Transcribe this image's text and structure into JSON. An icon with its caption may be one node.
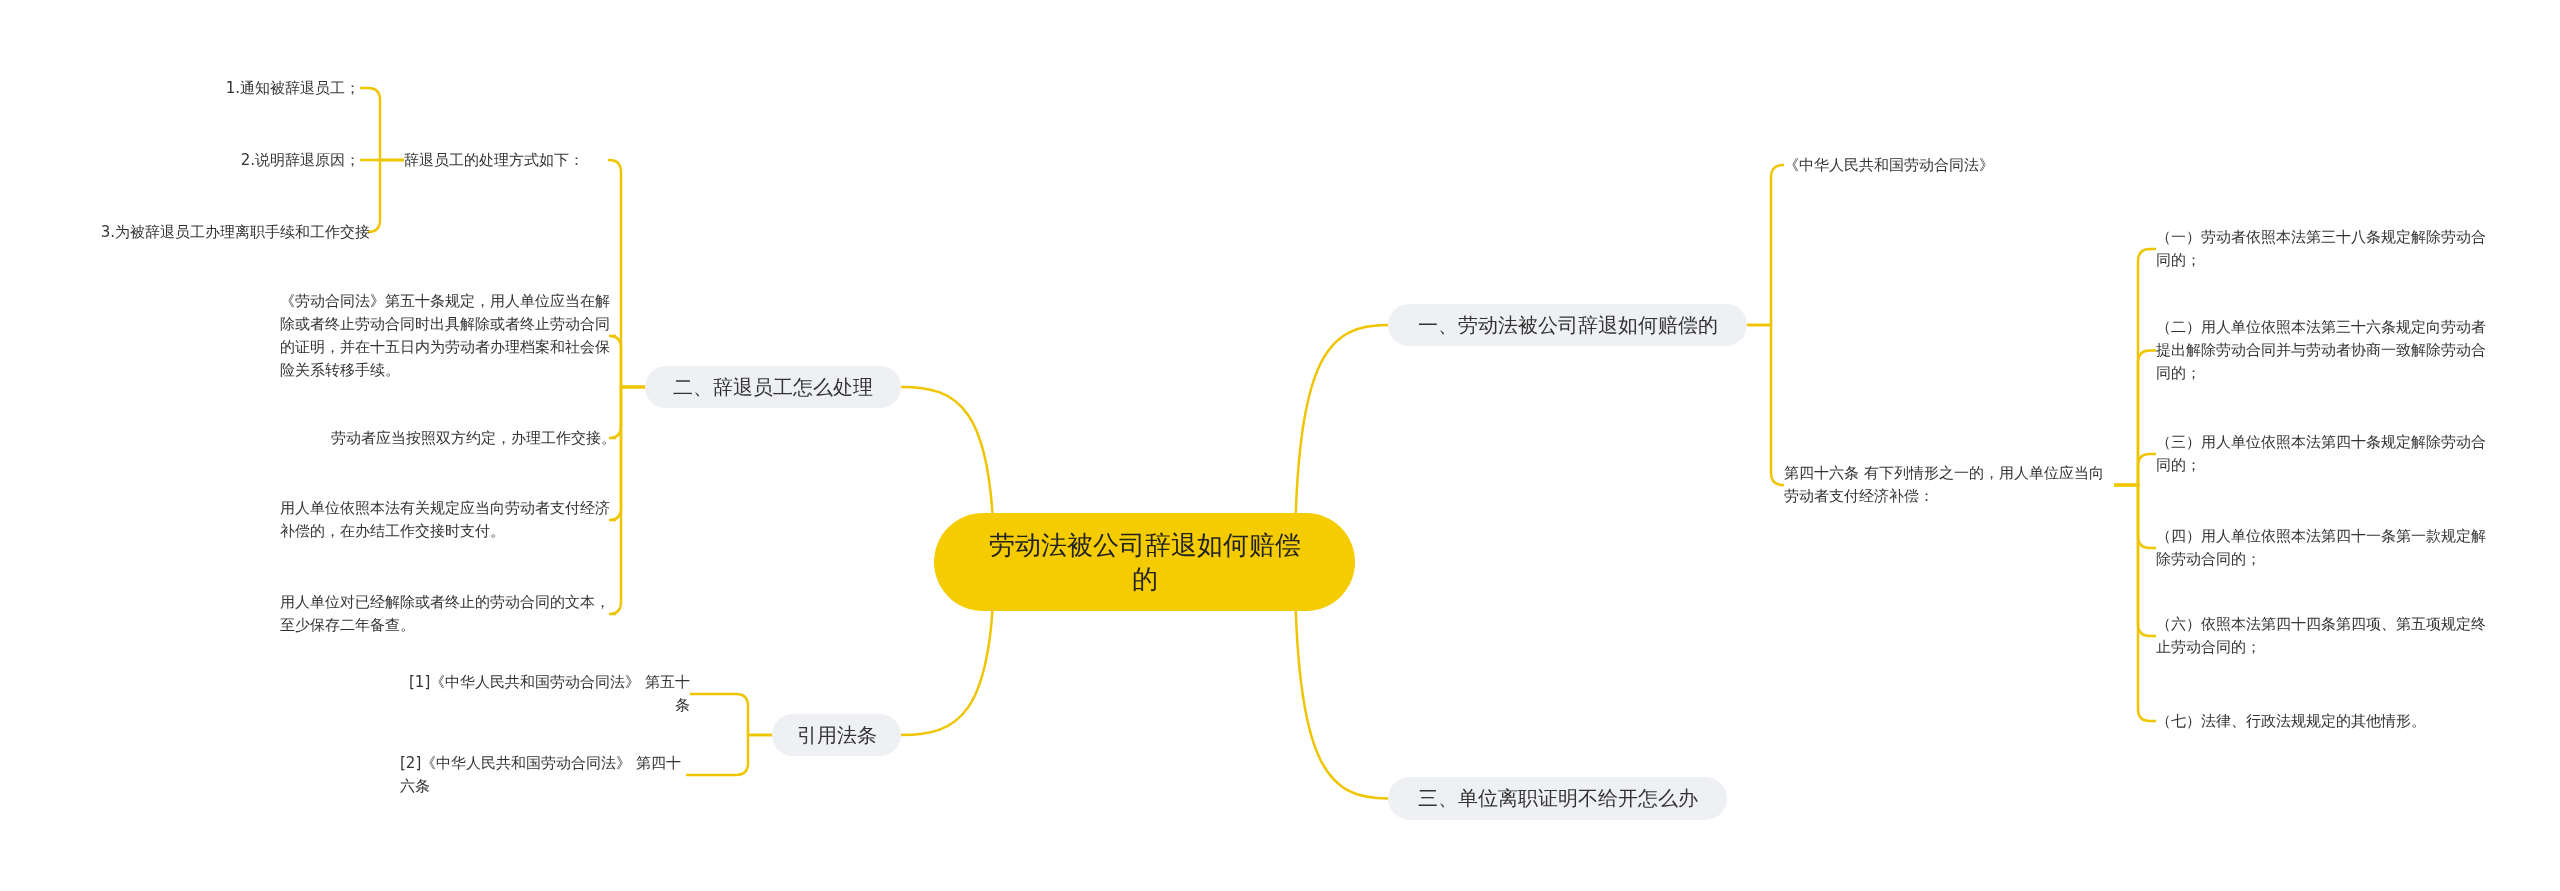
{
  "diagram": {
    "nodes": [
      {
        "text": [
          "劳动法被公司辞退如何赔偿的"
        ]
      },
      {
        "text": [
          "一、劳动法被公司辞退如何赔偿的"
        ]
      },
      {
        "text": [
          "《中华人民共和国劳动合同法》"
        ]
      },
      {
        "text": [
          "第四十六条 有下列情形之一的，用人单位应当向劳动者支付经济补偿："
        ]
      },
      {
        "text": [
          "（一）劳动者依照本法第三十八条规定解除劳动合同的；"
        ]
      },
      {
        "text": [
          "（二）用人单位依照本法第三十六条规定向劳动者提出解除劳动合同并与劳动者协商一致解除劳动合同的；"
        ]
      },
      {
        "text": [
          "（三）用人单位依照本法第四十条规定解除劳动合同的；"
        ]
      },
      {
        "text": [
          "（四）用人单位依照本法第四十一条第一款规定解除劳动合同的；"
        ]
      },
      {
        "text": [
          "（六）依照本法第四十四条第四项、第五项规定终止劳动合同的；"
        ]
      },
      {
        "text": [
          "（七）法律、行政法规规定的其他情形。"
        ]
      },
      {
        "text": [
          "二、辞退员工怎么处理"
        ]
      },
      {
        "text": [
          "辞退员工的处理方式如下："
        ]
      },
      {
        "text": [
          "1.通知被辞退员工；"
        ]
      },
      {
        "text": [
          "2.说明辞退原因；"
        ]
      },
      {
        "text": [
          "3.为被辞退员工办理离职手续和工作交接"
        ]
      },
      {
        "text": [
          "《劳动合同法》第五十条规定，用人单位应当在解除或者终止劳动合同时出具解除或者终止劳动合同的证明，并在十五日内为劳动者办理档案和社会保险关系转移手续。"
        ]
      },
      {
        "text": [
          "劳动者应当按照双方约定，办理工作交接。"
        ]
      },
      {
        "text": [
          "用人单位依照本法有关规定应当向劳动者支付经济补偿的，在办结工作交接时支付。"
        ]
      },
      {
        "text": [
          "用人单位对已经解除或者终止的劳动合同的文本，至少保存二年备查。"
        ]
      },
      {
        "text": [
          "引用法条"
        ]
      },
      {
        "text": [
          "[1]《中华人民共和国劳动合同法》 第五十条"
        ]
      },
      {
        "text": [
          "[2]《中华人民共和国劳动合同法》 第四十六条"
        ]
      },
      {
        "text": [
          "三、单位离职证明不给开怎么办"
        ]
      }
    ],
    "edges": [
      {
        "from": 0,
        "to": 1,
        "arrow": "none"
      },
      {
        "from": 1,
        "to": 2,
        "arrow": "none"
      },
      {
        "from": 1,
        "to": 3,
        "arrow": "none"
      },
      {
        "from": 3,
        "to": 4,
        "arrow": "none"
      },
      {
        "from": 3,
        "to": 5,
        "arrow": "none"
      },
      {
        "from": 3,
        "to": 6,
        "arrow": "none"
      },
      {
        "from": 3,
        "to": 7,
        "arrow": "none"
      },
      {
        "from": 3,
        "to": 8,
        "arrow": "none"
      },
      {
        "from": 3,
        "to": 9,
        "arrow": "none"
      },
      {
        "from": 0,
        "to": 10,
        "arrow": "none"
      },
      {
        "from": 10,
        "to": 11,
        "arrow": "none"
      },
      {
        "from": 11,
        "to": 12,
        "arrow": "none"
      },
      {
        "from": 11,
        "to": 13,
        "arrow": "none"
      },
      {
        "from": 11,
        "to": 14,
        "arrow": "none"
      },
      {
        "from": 10,
        "to": 15,
        "arrow": "none"
      },
      {
        "from": 10,
        "to": 16,
        "arrow": "none"
      },
      {
        "from": 10,
        "to": 17,
        "arrow": "none"
      },
      {
        "from": 10,
        "to": 18,
        "arrow": "none"
      },
      {
        "from": 0,
        "to": 19,
        "arrow": "none"
      },
      {
        "from": 19,
        "to": 20,
        "arrow": "none"
      },
      {
        "from": 19,
        "to": 21,
        "arrow": "none"
      },
      {
        "from": 0,
        "to": 22,
        "arrow": "none"
      }
    ]
  }
}
